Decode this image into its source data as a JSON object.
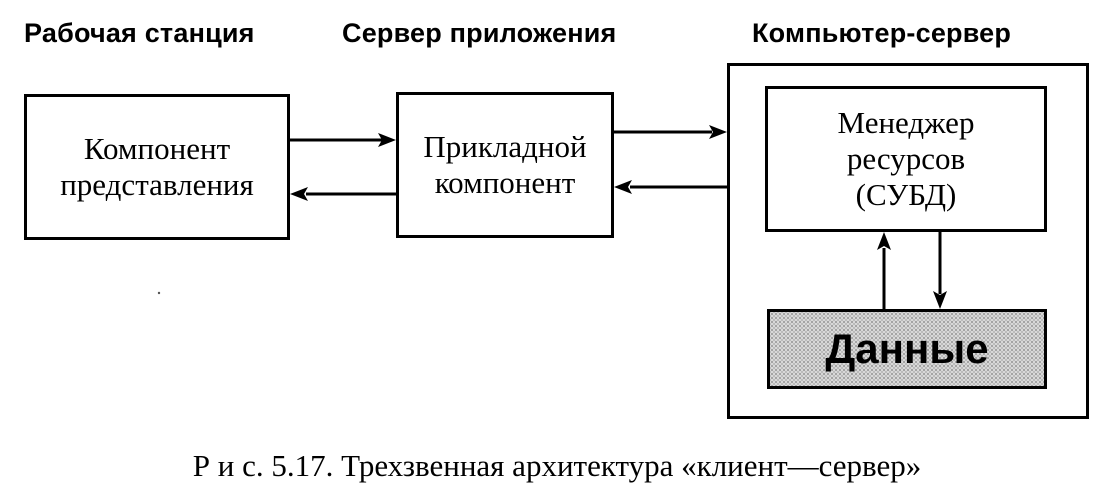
{
  "headers": {
    "workstation": "Рабочая станция",
    "app_server": "Сервер приложения",
    "db_server": "Компьютер-сервер"
  },
  "boxes": {
    "presentation": [
      "Компонент",
      "представления"
    ],
    "application": [
      "Прикладной",
      "компонент"
    ],
    "resource_manager": [
      "Менеджер",
      "ресурсов",
      "(СУБД)"
    ],
    "data": "Данные"
  },
  "caption": "Р и с. 5.17. Трехзвенная архитектура «клиент—сервер»"
}
